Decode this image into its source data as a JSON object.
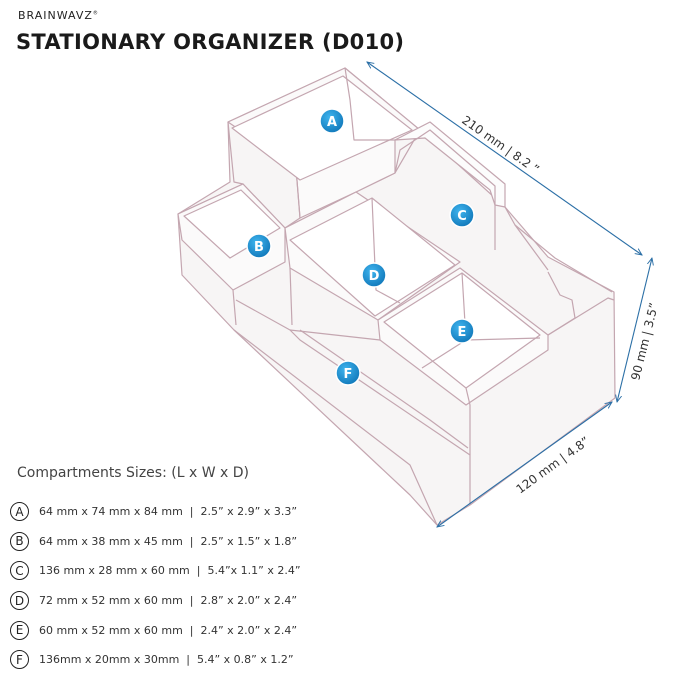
{
  "brand": "BRAINWAVZ",
  "brand_mark": "®",
  "title": "STATIONARY ORGANIZER (D010)",
  "dimensions": {
    "length": "210 mm | 8.2 ”",
    "height": "90 mm | 3.5”",
    "width": "120 mm | 4.8”"
  },
  "compartment_labels": [
    "A",
    "B",
    "C",
    "D",
    "E",
    "F"
  ],
  "sizes_heading": "Compartments Sizes: (L x W x D)",
  "sizes": [
    {
      "letter": "A",
      "text": "64 mm x 74 mm x 84 mm  |  2.5” x 2.9” x 3.3”"
    },
    {
      "letter": "B",
      "text": "64 mm x 38 mm x 45 mm  |  2.5” x 1.5” x 1.8”"
    },
    {
      "letter": "C",
      "text": "136 mm x 28 mm x 60 mm  |  5.4”x 1.1” x 2.4”"
    },
    {
      "letter": "D",
      "text": "72 mm x 52 mm x 60 mm  |  2.8” x 2.0” x 2.4”"
    },
    {
      "letter": "E",
      "text": "60 mm x 52 mm x 60 mm  |  2.4” x 2.0” x 2.4”"
    },
    {
      "letter": "F",
      "text": "136mm x 20mm x 30mm  |  5.4” x 0.8” x 1.2”"
    }
  ],
  "colors": {
    "outline": "#c4a6b0",
    "body_fill": "#f7f5f5",
    "badge": "#1a92d3",
    "dimension_line": "#2b6fa6"
  }
}
